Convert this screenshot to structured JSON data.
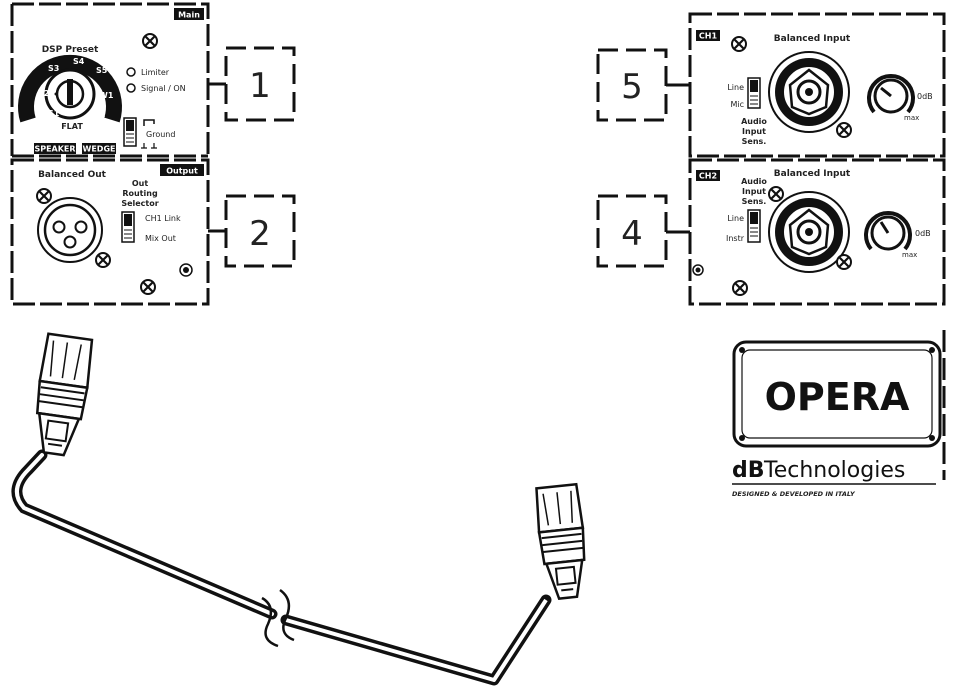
{
  "panels": {
    "main": {
      "tag": "Main",
      "dsp_preset_title": "DSP Preset",
      "presets": [
        "S4",
        "S3",
        "S5",
        "S2",
        "W1",
        "S1",
        "W2"
      ],
      "flat_label": "FLAT",
      "limiter_label": "Limiter",
      "signal_label": "Signal / ON",
      "ground_label": "Ground",
      "speaker_label": "SPEAKER",
      "wedge_label": "WEDGE"
    },
    "output": {
      "tag": "Output",
      "balanced_out": "Balanced Out",
      "routing_l1": "Out",
      "routing_l2": "Routing",
      "routing_l3": "Selector",
      "ch1_link": "CH1 Link",
      "mix_out": "Mix Out"
    },
    "ch1": {
      "tag": "CH1",
      "title": "Balanced Input",
      "line": "Line",
      "mic": "Mic",
      "sens_l1": "Audio",
      "sens_l2": "Input",
      "sens_l3": "Sens.",
      "odb": "0dB",
      "max": "max"
    },
    "ch2": {
      "tag": "CH2",
      "title": "Balanced Input",
      "sens_l1": "Audio",
      "sens_l2": "Input",
      "sens_l3": "Sens.",
      "line": "Line",
      "instr": "Instr",
      "odb": "0dB",
      "max": "max"
    }
  },
  "callouts": [
    "1",
    "2",
    "5",
    "4"
  ],
  "brand": {
    "product": "OPERA",
    "maker_bold": "dB",
    "maker_rest": "Technologies",
    "tagline": "DESIGNED & DEVELOPED IN ITALY"
  }
}
